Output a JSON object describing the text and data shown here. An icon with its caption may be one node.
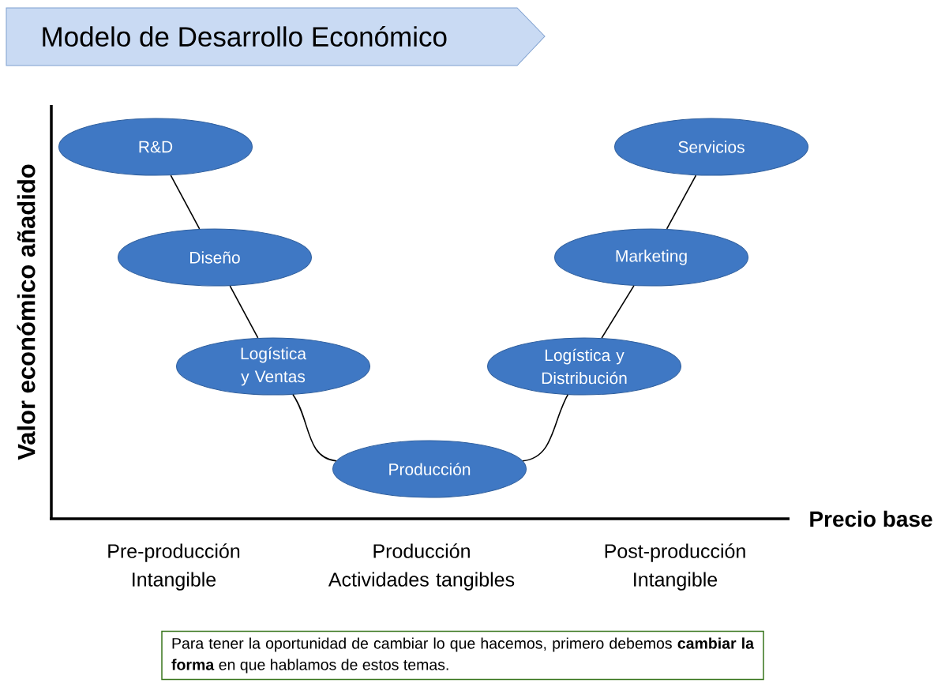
{
  "diagram": {
    "title": "Modelo de Desarrollo Económico",
    "nodes": [
      {
        "text": [
          "R&D"
        ]
      },
      {
        "text": [
          "Servicios"
        ]
      },
      {
        "text": [
          "Diseño"
        ]
      },
      {
        "text": [
          "Marketing"
        ]
      },
      {
        "text": [
          "Logística y Ventas"
        ]
      },
      {
        "text": [
          "Logística y Distribución"
        ]
      },
      {
        "text": [
          "Producción"
        ]
      },
      {
        "text": [
          "Para tener la oportunidad de cambiar lo que hacemos, primero debemos **cambiar la forma** en que hablamos de estos temas."
        ]
      }
    ],
    "edges": [
      {
        "from": 0,
        "to": 2,
        "arrow": "none"
      },
      {
        "from": 2,
        "to": 4,
        "arrow": "none"
      },
      {
        "from": 4,
        "to": 6,
        "arrow": "none"
      },
      {
        "from": 6,
        "to": 5,
        "arrow": "none"
      },
      {
        "from": 5,
        "to": 3,
        "arrow": "none"
      },
      {
        "from": 3,
        "to": 1,
        "arrow": "none"
      }
    ],
    "labels": [
      "Valor económico añadido",
      "Precio base",
      "Pre-producción Intangible",
      "Producción Actividades tangibles",
      "Post-producción Intangible"
    ]
  }
}
